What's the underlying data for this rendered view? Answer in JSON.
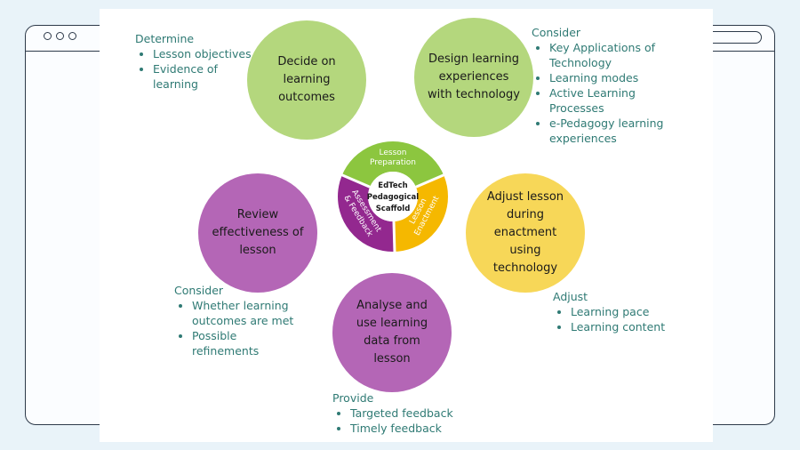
{
  "nodes": {
    "decide": "Decide on learning outcomes",
    "design": "Design learning experiences with technology",
    "adjust": "Adjust lesson during enactment using technology",
    "analyse": "Analyse and use learning data from lesson",
    "review": "Review effectiveness of lesson"
  },
  "center": {
    "title_line1": "EdTech",
    "title_line2": "Pedagogical",
    "title_line3": "Scaffold",
    "segment_preparation": "Lesson Preparation",
    "segment_preparation_l1": "Lesson",
    "segment_preparation_l2": "Preparation",
    "segment_enactment_l1": "Lesson",
    "segment_enactment_l2": "Enactment",
    "segment_assessment_l1": "Assessment",
    "segment_assessment_l2": "& Feedback"
  },
  "notes": {
    "determine": {
      "heading": "Determine",
      "items": [
        "Lesson objectives",
        "Evidence of learning"
      ]
    },
    "consider_design": {
      "heading": "Consider",
      "items": [
        "Key Applications of Technology",
        "Learning modes",
        "Active Learning Processes",
        "e-Pedagogy learning experiences"
      ]
    },
    "adjust": {
      "heading": "Adjust",
      "items": [
        "Learning pace",
        "Learning content"
      ]
    },
    "provide": {
      "heading": "Provide",
      "items": [
        "Targeted feedback",
        "Timely feedback"
      ]
    },
    "consider_review": {
      "heading": "Consider",
      "items": [
        "Whether learning outcomes are met",
        "Possible refinements"
      ]
    }
  },
  "colors": {
    "green": "#b4d77d",
    "purple": "#b466b6",
    "yellow": "#f7d758",
    "ring_green": "#8cc63f",
    "ring_purple": "#93288f",
    "ring_yellow": "#f5b800",
    "note_text": "#2f7a74"
  }
}
